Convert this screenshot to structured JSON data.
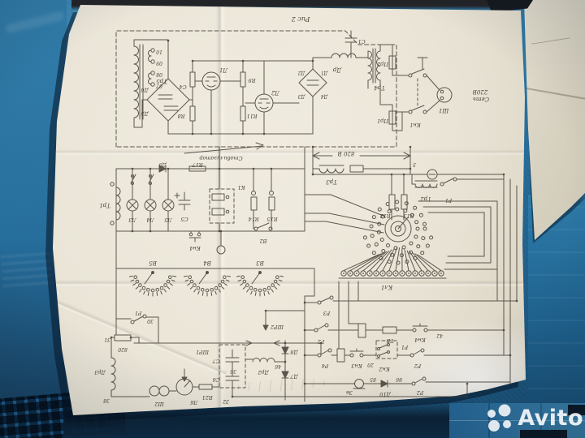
{
  "photo": {
    "mat_color": "#2e7aa8",
    "paper_color": "#e8e2d4",
    "ink_color": "#49423a"
  },
  "watermark": {
    "text": "Avito"
  },
  "schematic": {
    "labels": {
      "fig": "Рис 2",
      "stab": "Стабилизатор",
      "mains_line1": "Сеть",
      "mains_line2": "220В",
      "trp5": "Тр5",
      "t10": "10",
      "t09": "09",
      "t08": "08",
      "t07": "07",
      "d6": "Д6",
      "d5": "Д5",
      "c4": "С4",
      "l1": "Л1",
      "r9": "R9",
      "r8": "R8",
      "r11": "R11",
      "l2": "Л2",
      "d2": "Д2",
      "d1": "Д1",
      "d3": "Д3",
      "d4": "Д4",
      "dr": "Др",
      "c1": "С1",
      "trp4": "Тр4",
      "pr2": "Пр2",
      "pr1": "Пр1",
      "kn1": "Кн1",
      "sh1": "Ш1",
      "v820": "820 В",
      "n5": "5",
      "trp3": "Тр3",
      "k1": "К1",
      "trp1": "Тр1",
      "l3": "Л3",
      "l4": "Л4",
      "l5": "Л5",
      "d9": "Д9",
      "r17": "R17",
      "c5": "С5",
      "r14": "R14",
      "r15": "R15",
      "v2": "В2",
      "kn4m": "Кн4",
      "trp2": "Тр2",
      "p1a": "Р1",
      "r12": "R12",
      "r13": "R13",
      "kl1": "Кл1",
      "v5": "В5",
      "v4": "В4",
      "v3": "В3",
      "shr1": "ШР1",
      "shr2": "ШР2",
      "p1b": "Р1",
      "n30": "30",
      "n820": "820",
      "n31": "31",
      "dr3": "Др3",
      "n38": "38",
      "sh2": "Ш2",
      "l6": "Л6",
      "r21": "R21",
      "c7": "С7",
      "c6": "С6",
      "n36": "36",
      "n32": "32",
      "dr2": "Др2",
      "d8": "Д8",
      "d7": "Д7",
      "n46a": "46",
      "p3": "Р3",
      "p2a": "Р2",
      "p4": "Р4",
      "kn3": "Кн3",
      "n20": "20",
      "p1d": "Р1",
      "kn2": "Кн2",
      "p2b": "Р2",
      "tv": "ТВ",
      "kn4": "Кн4",
      "n42": "42",
      "zv": "Зв",
      "n85": "85",
      "d10": "Д10",
      "n86": "86",
      "p2c": "Р2"
    }
  }
}
